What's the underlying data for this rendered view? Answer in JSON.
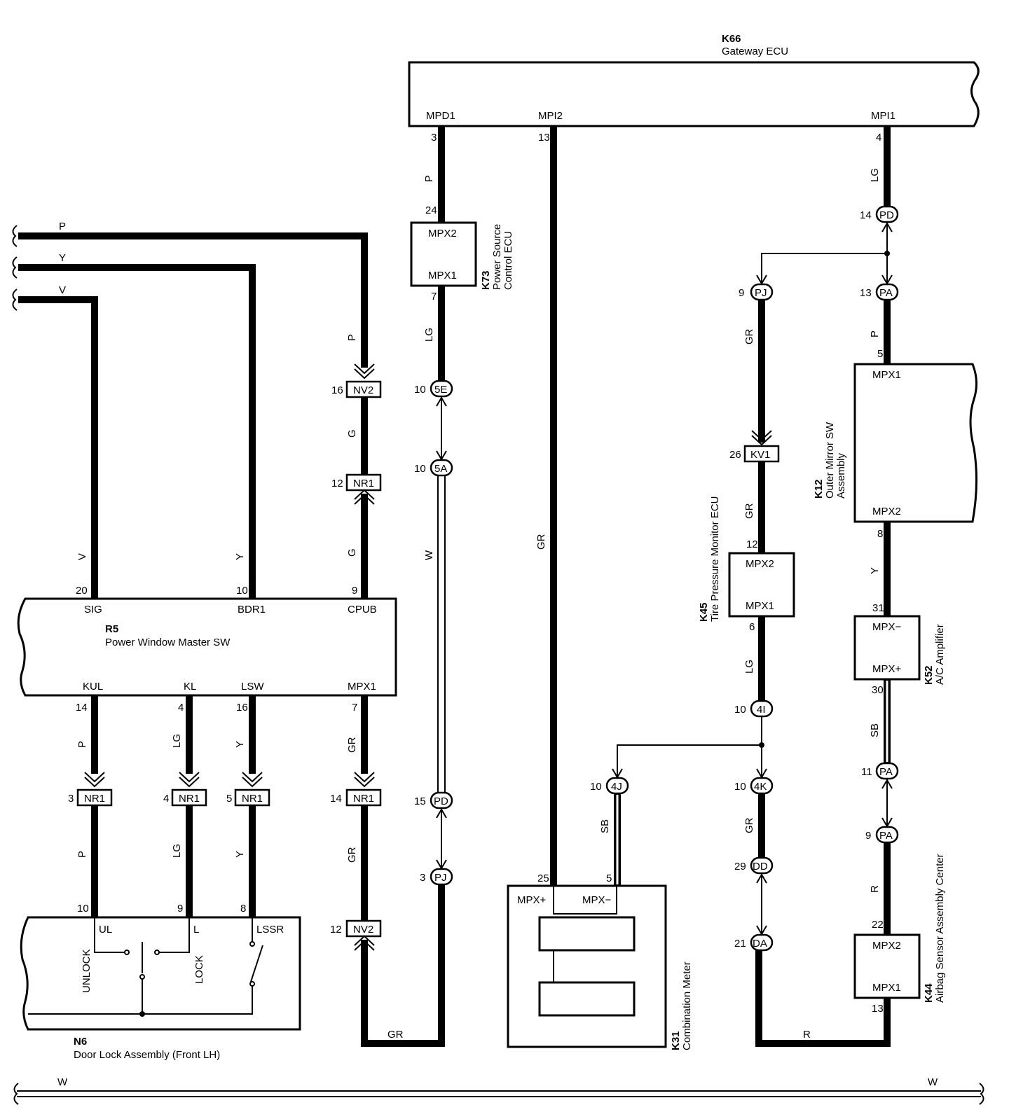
{
  "components": {
    "k66": {
      "code": "K66",
      "name": "Gateway ECU",
      "pins": {
        "mpd1": "MPD1",
        "mpi2": "MPI2",
        "mpi1": "MPI1"
      }
    },
    "k73": {
      "code": "K73",
      "name1": "Power Source",
      "name2": "Control ECU",
      "pin_top": "MPX2",
      "pin_bottom": "MPX1"
    },
    "r5": {
      "code": "R5",
      "name": "Power Window Master SW",
      "pins_top": [
        "SIG",
        "BDR1",
        "CPUB"
      ],
      "pins_bottom": [
        "KUL",
        "KL",
        "LSW",
        "MPX1"
      ]
    },
    "n6": {
      "code": "N6",
      "name": "Door Lock Assembly (Front LH)",
      "pins": [
        "UL",
        "L",
        "LSSR"
      ],
      "switch_labels": [
        "UNLOCK",
        "LOCK"
      ]
    },
    "k31": {
      "code": "K31",
      "name": "Combination Meter",
      "pins": [
        "MPX+",
        "MPX−"
      ]
    },
    "k45": {
      "code": "K45",
      "name": "Tire Pressure Monitor ECU",
      "pin_top": "MPX2",
      "pin_bottom": "MPX1"
    },
    "k12": {
      "code": "K12",
      "name1": "Outer Mirror SW",
      "name2": "Assembly",
      "pin_top": "MPX1",
      "pin_bottom": "MPX2"
    },
    "k52": {
      "code": "K52",
      "name": "A/C Amplifier",
      "pin_top": "MPX−",
      "pin_bottom": "MPX+"
    },
    "k44": {
      "code": "K44",
      "name": "Airbag Sensor Assembly Center",
      "pin_top": "MPX2",
      "pin_bottom": "MPX1"
    }
  },
  "connectors": {
    "nv2_upper": "NV2",
    "nr1_upper": "NR1",
    "nr1_a": "NR1",
    "nr1_b": "NR1",
    "nr1_c": "NR1",
    "nr1_d": "NR1",
    "nv2_lower": "NV2",
    "j5e": "5E",
    "j5a": "5A",
    "jpd_mid": "PD",
    "jpj_mid": "PJ",
    "jpd_right": "PD",
    "jpj_right": "PJ",
    "jpa_13": "PA",
    "kv1": "KV1",
    "j4i": "4I",
    "j4j": "4J",
    "j4k": "4K",
    "jdd": "DD",
    "jda": "DA",
    "jpa_11": "PA",
    "jpa_9": "PA"
  },
  "pin_numbers": {
    "mpd1": "3",
    "mpi2": "13",
    "mpi1": "4",
    "k73_top": "24",
    "k73_bottom": "7",
    "pd_right": "14",
    "pj_right": "9",
    "pa_13": "13",
    "k12_top": "5",
    "k12_bottom": "8",
    "nv2_upper": "16",
    "nr1_upper": "12",
    "sig": "20",
    "bdr1": "10",
    "cpub": "9",
    "kul": "14",
    "kl": "4",
    "lsw": "16",
    "mpx1_r5": "7",
    "nr1_a": "3",
    "nr1_b": "4",
    "nr1_c": "5",
    "nr1_d": "14",
    "ul": "10",
    "l": "9",
    "lssr": "8",
    "nv2_lower": "12",
    "j5e": "10",
    "j5a": "10",
    "pd_mid": "15",
    "pj_mid": "3",
    "kv1": "26",
    "k45_top": "12",
    "k45_bottom": "6",
    "j4i": "10",
    "j4j": "10",
    "j4k": "10",
    "dd": "29",
    "da": "21",
    "k31_plus": "25",
    "k31_minus": "5",
    "k52_top": "31",
    "k52_bottom": "30",
    "pa_11": "11",
    "pa_9": "9",
    "k44_top": "22",
    "k44_bottom": "13"
  },
  "wire_colors": {
    "bus_p": "P",
    "bus_y": "Y",
    "bus_v": "V",
    "mpd1_p": "P",
    "k73_lg": "LG",
    "w_mid": "W",
    "mpi2_gr": "GR",
    "mpi1_lg": "LG",
    "pa_p": "P",
    "k12_y": "Y",
    "pj_gr": "GR",
    "kv1_gr": "GR",
    "nv2_p": "P",
    "nv2_g": "G",
    "nr1_g": "G",
    "sig_v": "V",
    "bdr1_y": "Y",
    "kul_p": "P",
    "kl_lg": "LG",
    "lsw_y": "Y",
    "mpx1_gr": "GR",
    "ul_p": "P",
    "l_lg": "LG",
    "lssr_y": "Y",
    "nr1_gr": "GR",
    "bottom_gr": "GR",
    "k45_lg": "LG",
    "j4j_sb": "SB",
    "j4k_gr": "GR",
    "bottom_r": "R",
    "k52_sb": "SB",
    "k44_r": "R",
    "bottom_w_left": "W",
    "bottom_w_right": "W"
  }
}
